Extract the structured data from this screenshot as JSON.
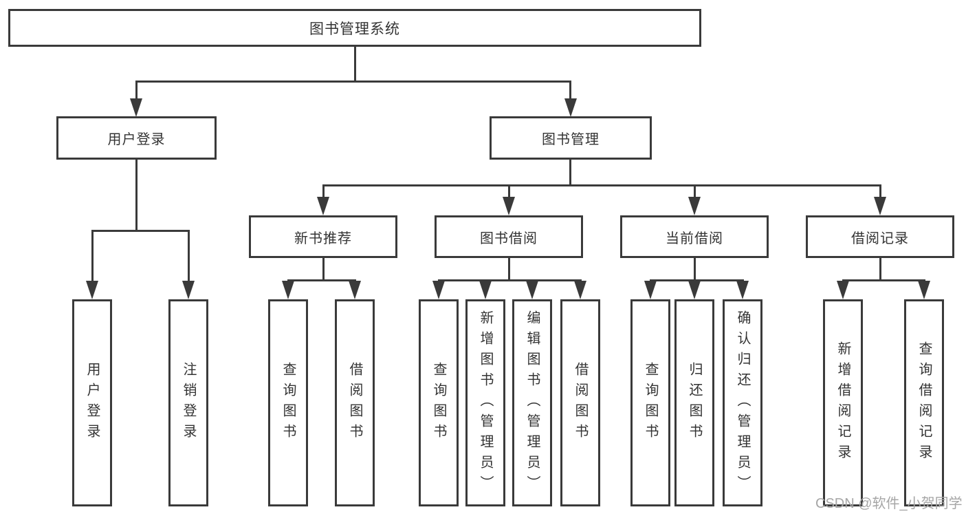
{
  "tree": {
    "label": "图书管理系统",
    "children": [
      {
        "label": "用户登录",
        "children": [
          {
            "label": "用户登录"
          },
          {
            "label": "注销登录"
          }
        ]
      },
      {
        "label": "图书管理",
        "children": [
          {
            "label": "新书推荐",
            "children": [
              {
                "label": "查询图书"
              },
              {
                "label": "借阅图书"
              }
            ]
          },
          {
            "label": "图书借阅",
            "children": [
              {
                "label": "查询图书"
              },
              {
                "label": "新增图书（管理员）"
              },
              {
                "label": "编辑图书（管理员）"
              },
              {
                "label": "借阅图书"
              }
            ]
          },
          {
            "label": "当前借阅",
            "children": [
              {
                "label": "查询图书"
              },
              {
                "label": "归还图书"
              },
              {
                "label": "确认归还（管理员）"
              }
            ]
          },
          {
            "label": "借阅记录",
            "children": [
              {
                "label": "新增借阅记录"
              },
              {
                "label": "查询借阅记录"
              }
            ]
          }
        ]
      }
    ]
  },
  "watermark": {
    "text": "CSDN @软件_小贺同学"
  },
  "colors": {
    "line": "#3a3a3a",
    "text": "#333333",
    "watermark": "#a6a6a6",
    "bg": "#ffffff"
  }
}
